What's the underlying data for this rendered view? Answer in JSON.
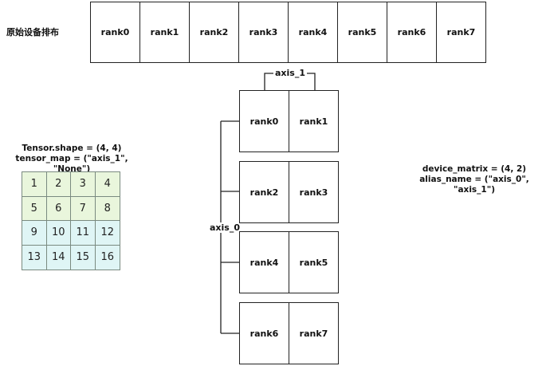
{
  "original_layout": {
    "label": "原始设备排布",
    "ranks": [
      "rank0",
      "rank1",
      "rank2",
      "rank3",
      "rank4",
      "rank5",
      "rank6",
      "rank7"
    ]
  },
  "tensor": {
    "shape_label": "Tensor.shape = (4, 4)",
    "map_label": "tensor_map = (\"axis_1\", \"None\")",
    "rows": [
      [
        "1",
        "2",
        "3",
        "4"
      ],
      [
        "5",
        "6",
        "7",
        "8"
      ],
      [
        "9",
        "10",
        "11",
        "12"
      ],
      [
        "13",
        "14",
        "15",
        "16"
      ]
    ],
    "row_colors": [
      "#e9f6dc",
      "#e9f6dc",
      "#dff5f5",
      "#dff5f5"
    ]
  },
  "device_matrix": {
    "axis_1_label": "axis_1",
    "axis_0_label": "axis_0",
    "blocks": [
      [
        "rank0",
        "rank1"
      ],
      [
        "rank2",
        "rank3"
      ],
      [
        "rank4",
        "rank5"
      ],
      [
        "rank6",
        "rank7"
      ]
    ],
    "matrix_label": "device_matrix = (4, 2)",
    "alias_label": "alias_name = (\"axis_0\", \"axis_1\")"
  }
}
